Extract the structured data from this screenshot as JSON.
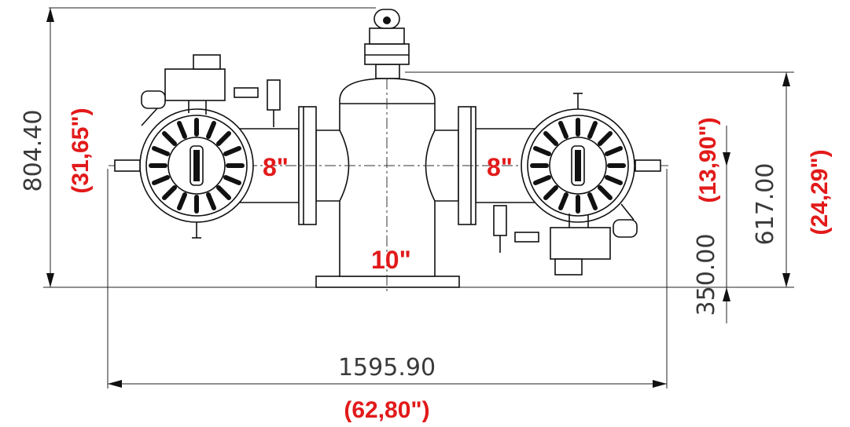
{
  "dimensions": {
    "height_total": {
      "mm": "804.40",
      "inch": "(31,65\")"
    },
    "height_outlet_flange": {
      "mm": "617.00",
      "inch": "(24,29\")"
    },
    "height_axis": {
      "mm": "350.00",
      "inch": "(13,90\")"
    },
    "width_total": {
      "mm": "1595.90",
      "inch": "(62,80\")"
    }
  },
  "nominal_sizes": {
    "left_inlet": "8\"",
    "right_outlet": "8\"",
    "center": "10\""
  }
}
